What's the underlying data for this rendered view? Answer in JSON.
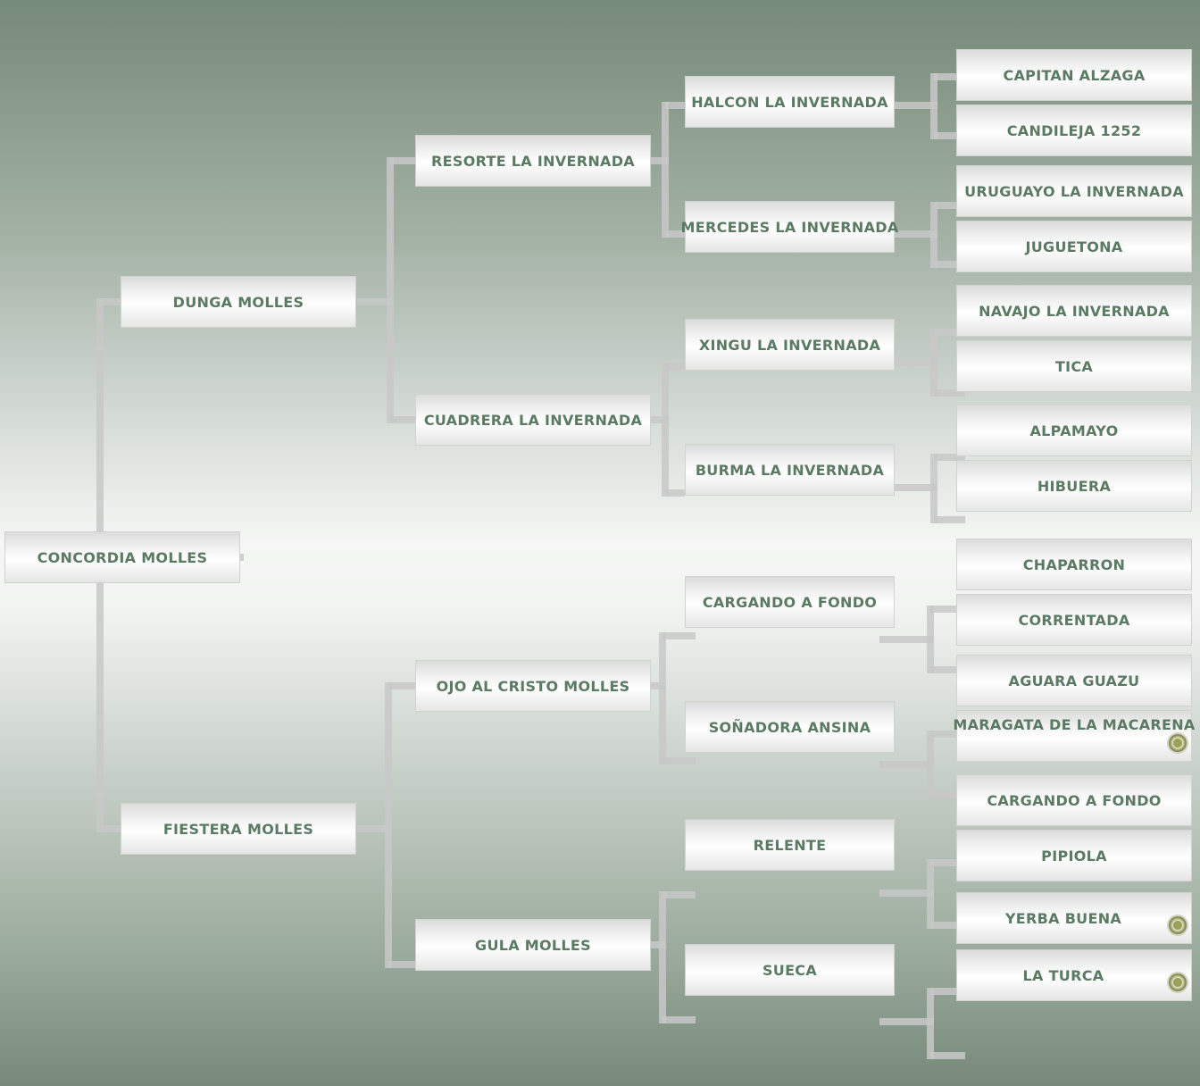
{
  "pedigree": {
    "subject": "CONCORDIA MOLLES",
    "gen1": [
      "DUNGA MOLLES",
      "FIESTERA MOLLES"
    ],
    "gen2": [
      "RESORTE LA INVERNADA",
      "CUADRERA LA INVERNADA",
      "OJO AL CRISTO MOLLES",
      "GULA MOLLES"
    ],
    "gen3": [
      "HALCON LA INVERNADA",
      "MERCEDES LA INVERNADA",
      "XINGU LA INVERNADA",
      "BURMA LA INVERNADA",
      "CARGANDO A FONDO",
      "SOÑADORA ANSINA",
      "RELENTE",
      "SUECA"
    ],
    "gen4": [
      "CAPITAN ALZAGA",
      "CANDILEJA 1252",
      "URUGUAYO LA INVERNADA",
      "JUGUETONA",
      "NAVAJO LA INVERNADA",
      "TICA",
      "ALPAMAYO",
      "HIBUERA",
      "CHAPARRON",
      "CORRENTADA",
      "AGUARA GUAZU",
      "MARAGATA DE LA MACARENA",
      "CARGANDO A FONDO",
      "PIPIOLA",
      "YERBA BUENA",
      "LA TURCA"
    ]
  }
}
